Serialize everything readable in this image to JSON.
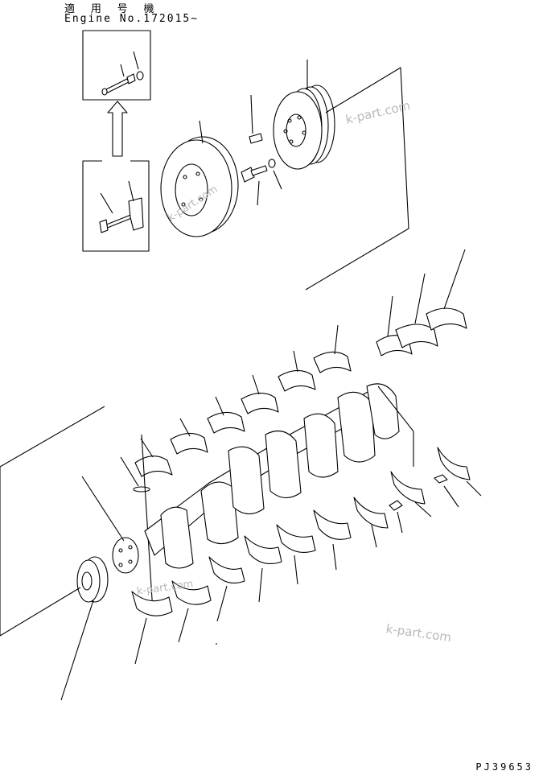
{
  "header": {
    "applicable_label": "適 用 号 機",
    "engine_range": "Engine No.172015~"
  },
  "footer": {
    "document_id": "PJ39653"
  },
  "watermarks": [
    "k-part.com",
    "k-part.com",
    "k-part.com",
    "k-part.com"
  ],
  "line_color": "#000000",
  "watermark_color": "#b8b8b8"
}
